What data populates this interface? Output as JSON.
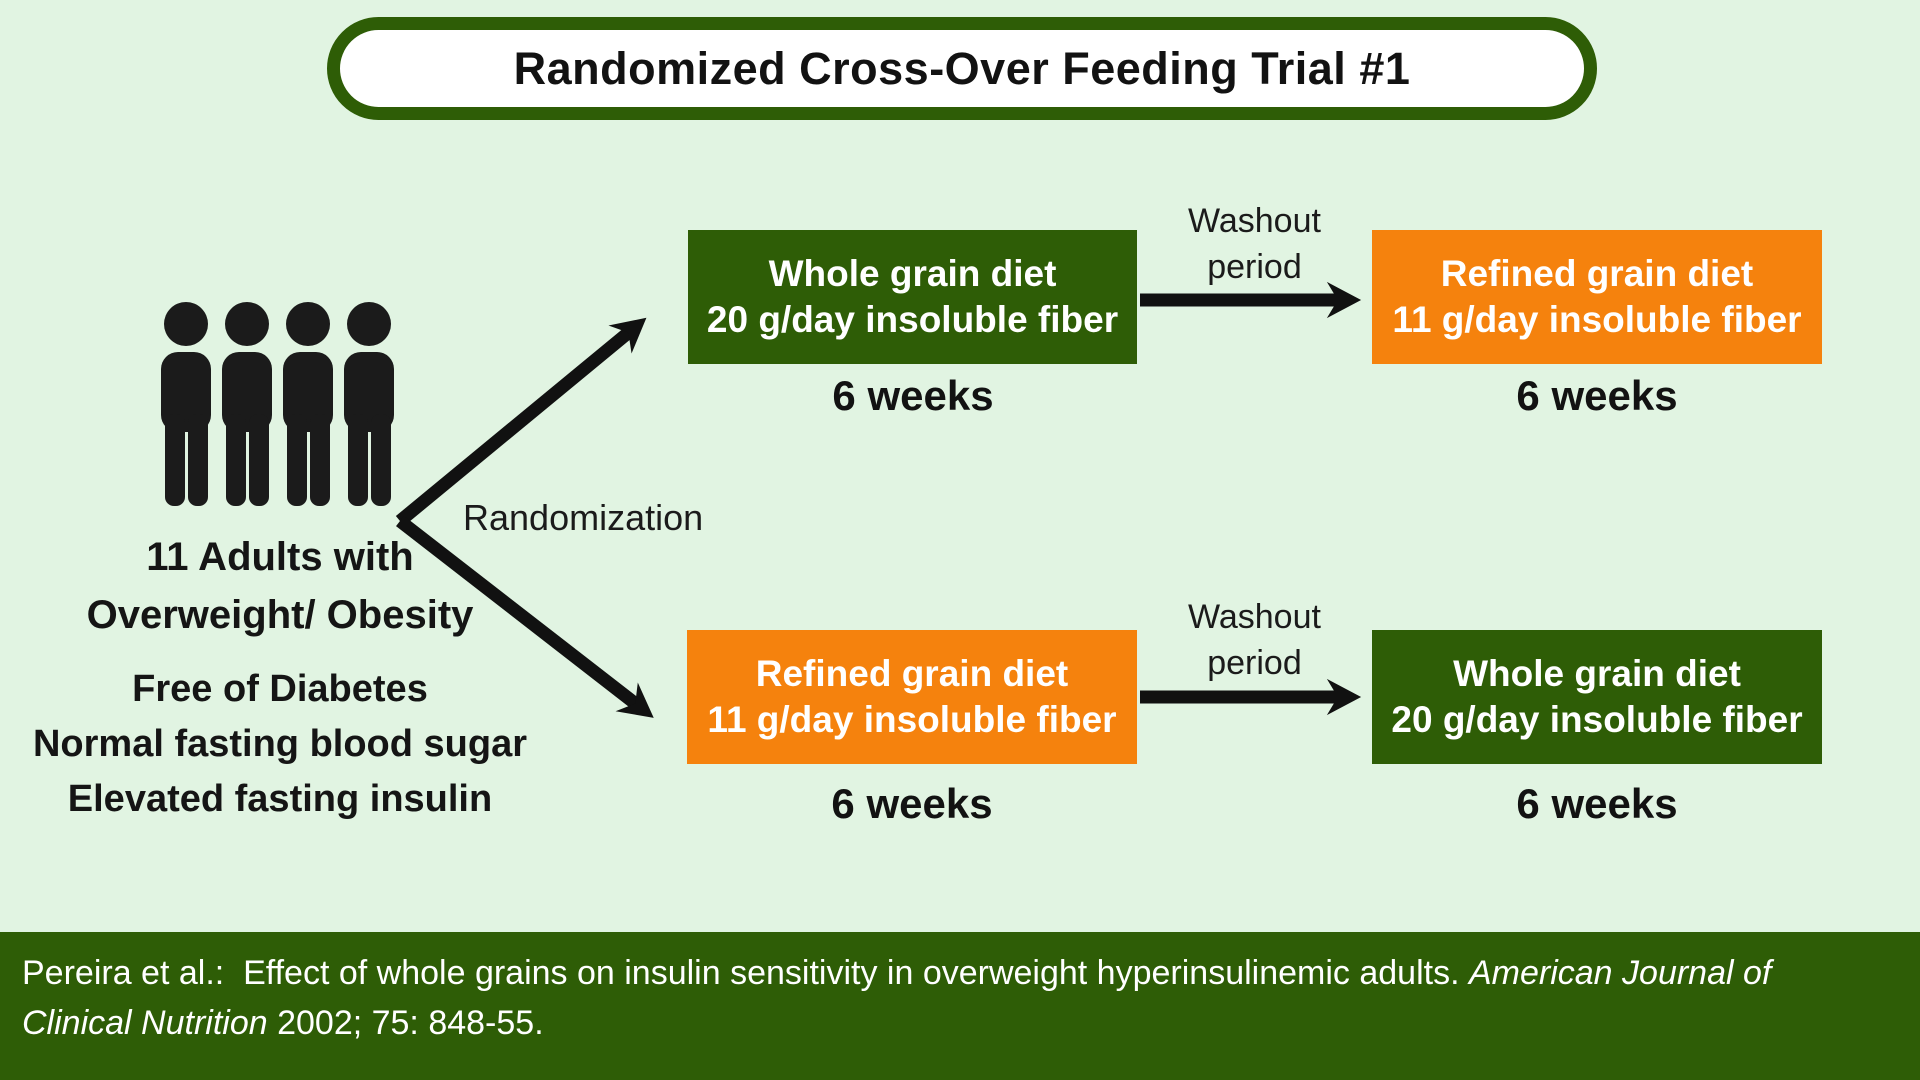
{
  "title": "Randomized Cross-Over Feeding Trial #1",
  "population": {
    "icon": "people-group-icon",
    "label_line1": "11 Adults with",
    "label_line2": "Overweight/ Obesity",
    "criteria": [
      "Free of Diabetes",
      "Normal fasting blood sugar",
      "Elevated fasting insulin"
    ]
  },
  "randomization_label": "Randomization",
  "arms": [
    {
      "boxes": [
        {
          "style": "whole",
          "line1": "Whole grain diet",
          "line2": "20 g/day insoluble fiber",
          "duration": "6 weeks"
        },
        {
          "style": "refined",
          "line1": "Refined grain diet",
          "line2": "11 g/day insoluble fiber",
          "duration": "6 weeks"
        }
      ],
      "washout": {
        "line1": "Washout",
        "line2": "period"
      }
    },
    {
      "boxes": [
        {
          "style": "refined",
          "line1": "Refined grain diet",
          "line2": "11 g/day insoluble fiber",
          "duration": "6 weeks"
        },
        {
          "style": "whole",
          "line1": "Whole grain diet",
          "line2": "20 g/day insoluble fiber",
          "duration": "6 weeks"
        }
      ],
      "washout": {
        "line1": "Washout",
        "line2": "period"
      }
    }
  ],
  "citation": {
    "segment1": "Pereira et al.:  Effect of whole grains on insulin sensitivity in overweight hyperinsulinemic adults. ",
    "segment2_italic": "American Journal of",
    "segment3_italic": "Clinical Nutrition",
    "segment4": " 2002; 75: 848-55."
  },
  "colors": {
    "background": "#E1F4E2",
    "dark_green": "#2E5D06",
    "orange": "#F5820D",
    "ink": "#151515",
    "white": "#FFFFFF"
  }
}
